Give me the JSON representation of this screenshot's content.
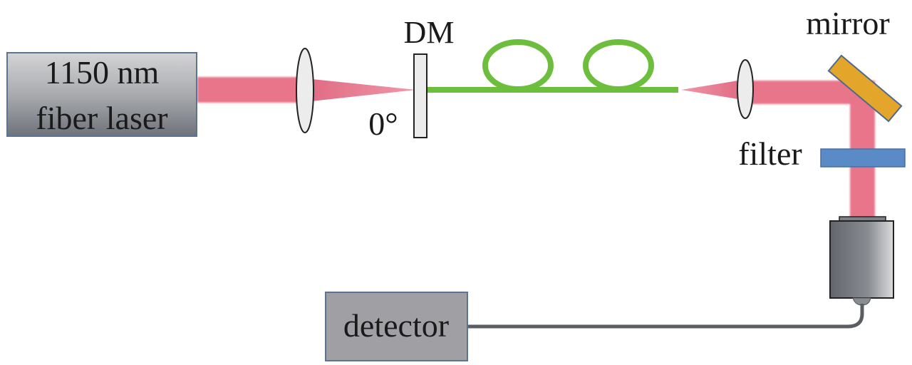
{
  "diagram": {
    "title": "Optical setup with 1150 nm fiber laser",
    "components": {
      "laser": {
        "line1": "1150 nm",
        "line2": "fiber laser"
      },
      "dichroic_mirror": {
        "label": "DM",
        "angle_label": "0°"
      },
      "mirror": {
        "label": "mirror"
      },
      "filter": {
        "label": "filter"
      },
      "detector": {
        "label": "detector"
      }
    },
    "colors": {
      "beam": "#e8758a",
      "fiber": "#6dbe3c",
      "mirror": "#e3a52a",
      "filter": "#5a8bc6",
      "box_border": "#5b7496",
      "detector_box": "#a0a0a4",
      "lens_fill": "#ececec",
      "cable": "#5a5d62"
    }
  }
}
